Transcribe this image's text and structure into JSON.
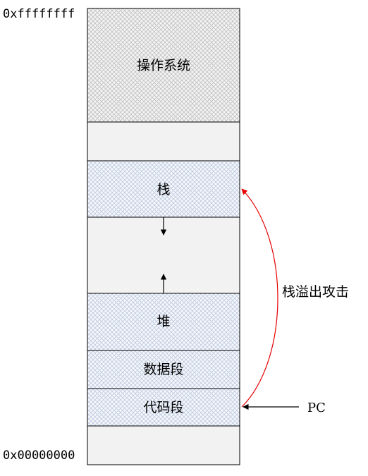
{
  "top_address": "0xffffffff",
  "bottom_address": "0x00000000",
  "segments": {
    "os": "操作系统",
    "stack": "栈",
    "heap": "堆",
    "data": "数据段",
    "code": "代码段"
  },
  "attack_label": "栈溢出攻击",
  "pc_label": "PC",
  "colors": {
    "box_fill": "#f2f2f2",
    "os_hatch": "#b8b8b8",
    "segment_hatch": "#b3c2dd",
    "border": "#000000",
    "attack_arrow": "#e60000"
  }
}
